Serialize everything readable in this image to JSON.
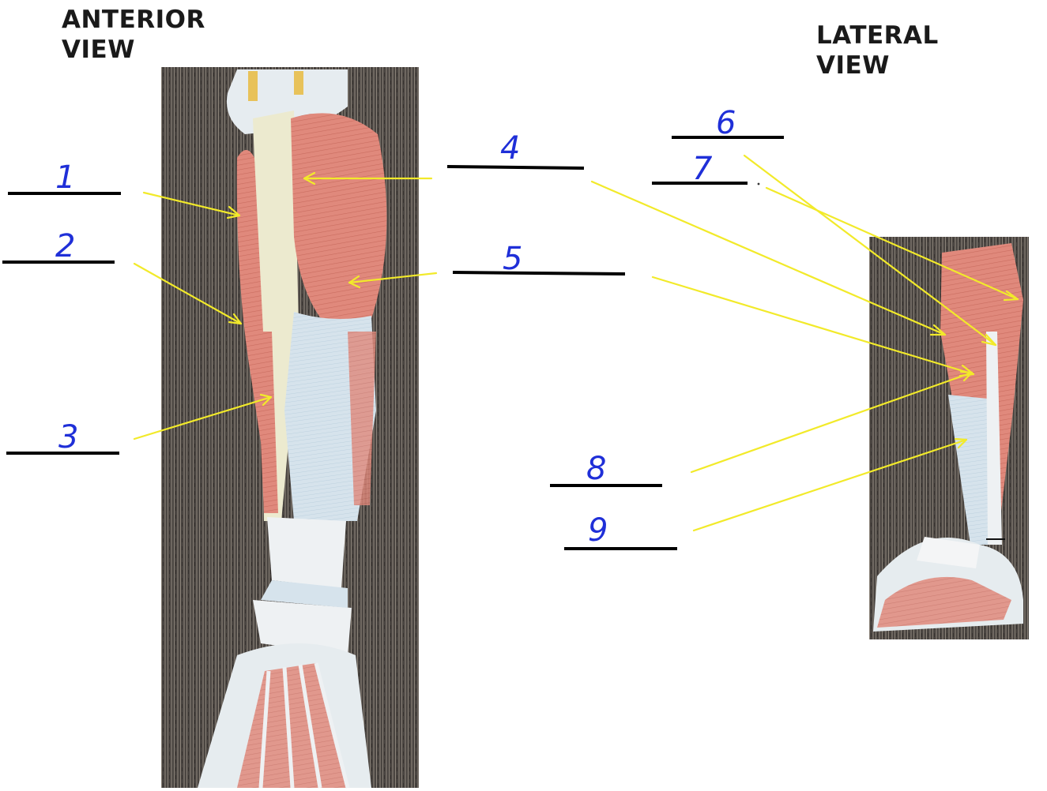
{
  "titles": {
    "anterior": [
      "ANTERIOR",
      "VIEW"
    ],
    "lateral": [
      "LATERAL",
      "VIEW"
    ]
  },
  "labels": [
    {
      "id": 1,
      "text": "1"
    },
    {
      "id": 2,
      "text": "2"
    },
    {
      "id": 3,
      "text": "3"
    },
    {
      "id": 4,
      "text": "4"
    },
    {
      "id": 5,
      "text": "5"
    },
    {
      "id": 6,
      "text": "6"
    },
    {
      "id": 7,
      "text": "7"
    },
    {
      "id": 8,
      "text": "8"
    },
    {
      "id": 9,
      "text": "9"
    }
  ],
  "colors": {
    "arrow": "#f2ea2a",
    "handwriting": "#1f2fd8",
    "blank_line": "#000000",
    "carpet": "#4a4541",
    "muscle": "#e0897c",
    "tendon": "#d9e6ee",
    "bone": "#eceacf"
  }
}
